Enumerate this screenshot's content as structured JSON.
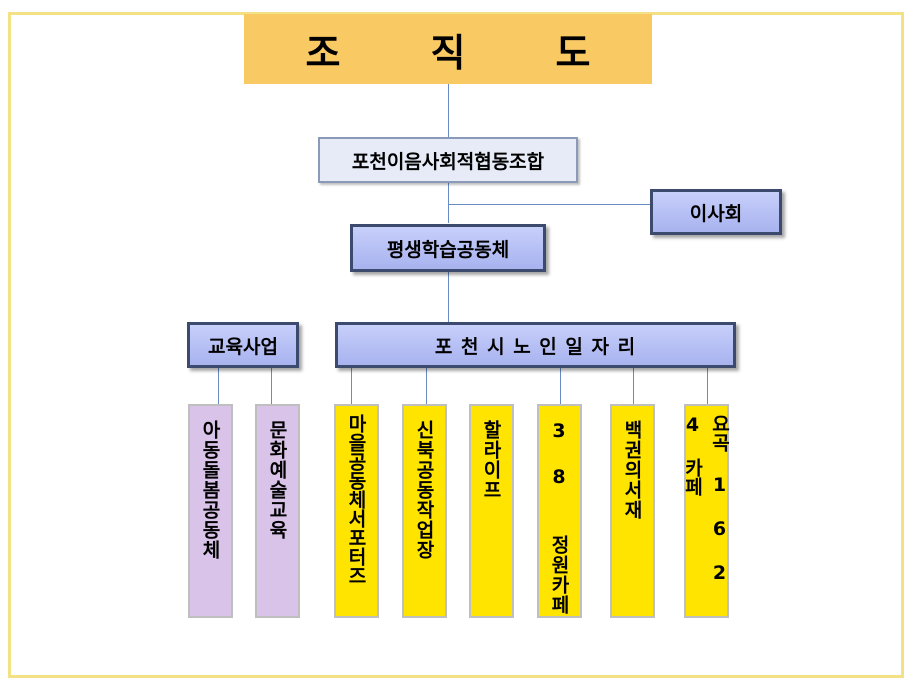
{
  "title": {
    "chars": [
      "조",
      "직",
      "도"
    ]
  },
  "org": "포천이음사회적협동조합",
  "board": "이사회",
  "community": "평생학습공동체",
  "education": "교육사업",
  "jobs": "포 천 시 노 인 일 자 리",
  "education_items": [
    "아동돌봄공동체",
    "문화예술교육"
  ],
  "job_items": [
    "마을공동체서포터즈",
    "신북공동작업장",
    "할라이프",
    "3 8  정원카페",
    "백권의서재",
    "요곡 1 6 2 4 카페"
  ],
  "colors": {
    "title_bg": "#f9c964",
    "blue_box": "#a8b3ef",
    "purple": "#d9c3e9",
    "yellow": "#ffe400",
    "line": "#6a8cc5"
  }
}
